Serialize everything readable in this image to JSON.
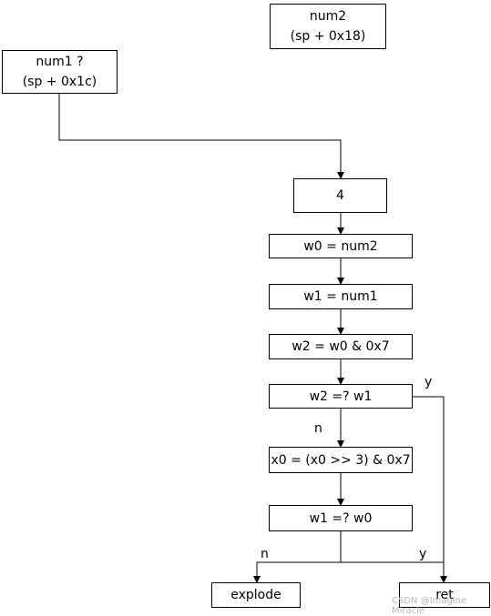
{
  "nodes": {
    "num2": {
      "line1": "num2",
      "line2": "(sp + 0x18)"
    },
    "num1": {
      "line1": "num1 ?",
      "line2": "(sp + 0x1c)"
    },
    "const4": "4",
    "w0_num2": "w0 = num2",
    "w1_num1": "w1 = num1",
    "w2_and": "w2 = w0 & 0x7",
    "cmp_w2_w1": "w2 =? w1",
    "x0_shift": "x0 = (x0 >> 3) & 0x7",
    "cmp_w1_w0": "w1 =? w0",
    "explode": "explode",
    "ret": "ret"
  },
  "edge_labels": {
    "y1": "y",
    "n1": "n",
    "n2": "n",
    "y2": "y"
  },
  "watermark": "CSDN @Imagine Miracle"
}
